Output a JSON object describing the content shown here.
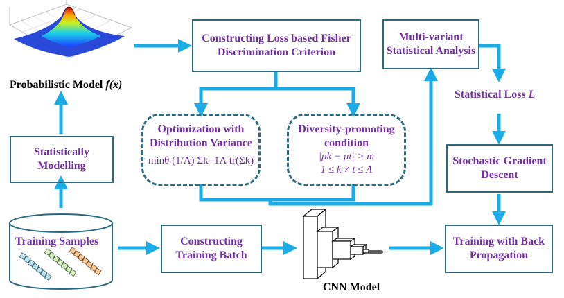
{
  "nodes": {
    "fisher_box": {
      "line1": "Constructing Loss based Fisher",
      "line2": "Discrimination Criterion"
    },
    "multivariant_box": {
      "line1": "Multi-variant",
      "line2": "Statistical Analysis"
    },
    "prob_model_label": "Probabilistic Model",
    "prob_model_func": "f(x)",
    "stat_modelling_box": {
      "line1": "Statistically",
      "line2": "Modelling"
    },
    "optimization_box": {
      "line1": "Optimization with",
      "line2": "Distribution Variance",
      "formula": "minθ (1/Λ) Σk=1Λ tr(Σk)"
    },
    "diversity_box": {
      "line1": "Diversity-promoting",
      "line2": "condition",
      "formula1": "|μk − μt| > m",
      "formula2": "1 ≤ k ≠ t ≤ Λ"
    },
    "stat_loss_label": "Statistical Loss",
    "stat_loss_var": "L",
    "sgd_box": {
      "line1": "Stochastic Gradient",
      "line2": "Descent"
    },
    "training_samples_label": "Training Samples",
    "training_batch_box": {
      "line1": "Constructing",
      "line2": "Training Batch"
    },
    "cnn_label": "CNN Model",
    "backprop_box": {
      "line1": "Training with Back",
      "line2": "Propagation"
    }
  },
  "colors": {
    "arrow": "#1aace6",
    "box_border": "#2b6a80",
    "text": "#7030a0"
  }
}
